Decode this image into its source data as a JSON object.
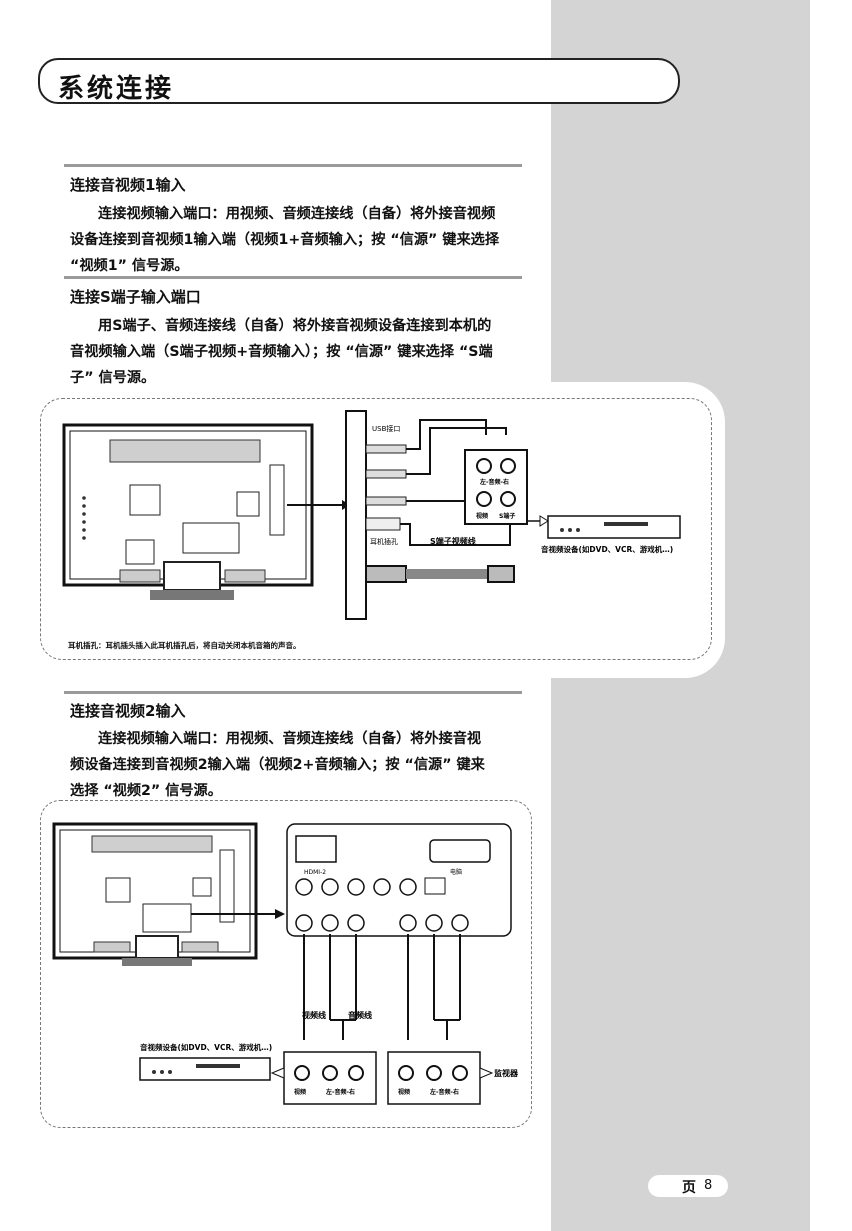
{
  "header": {
    "title": "系统连接"
  },
  "sections": [
    {
      "heading": "连接音视频1输入",
      "body_lines": [
        "连接视频输入端口：用视频、音频连接线（自备）将外接音视频",
        "设备连接到音视频1输入端（视频1+音频输入；按 “信源” 键来选择",
        "“视频1” 信号源。"
      ]
    },
    {
      "heading": "连接S端子输入端口",
      "body_lines": [
        "用S端子、音频连接线（自备）将外接音视频设备连接到本机的",
        "音视频输入端（S端子视频+音频输入）；按 “信源” 键来选择 “S端",
        "子” 信号源。"
      ]
    },
    {
      "heading": "连接音视频2输入",
      "body_lines": [
        "连接视频输入端口：用视频、音频连接线（自备）将外接音视",
        "频设备连接到音视频2输入端（视频2+音频输入；按 “信源” 键来",
        "选择 “视频2” 信号源。"
      ]
    }
  ],
  "diagram1": {
    "usb_label": "USB接口",
    "earphone_label": "耳机插孔",
    "s_cable_label": "S端子视频线",
    "audio_label": "左-音频-右",
    "video_label": "视频",
    "s_label": "S端子",
    "device_label": "音视频设备(如DVD、VCR、游戏机…)",
    "note": "耳机插孔：耳机插头插入此耳机插孔后，将自动关闭本机音箱的声音。"
  },
  "diagram2": {
    "hdmi_label": "HDMI-2",
    "vga_label": "电脑",
    "video_cable_label": "视频线",
    "audio_cable_label": "音频线",
    "device_label": "音视频设备(如DVD、VCR、游戏机…)",
    "monitor_label": "监视器",
    "video_label": "视频",
    "audio_label": "左-音频-右"
  },
  "footer": {
    "page_label": "页",
    "page_number": "8"
  }
}
